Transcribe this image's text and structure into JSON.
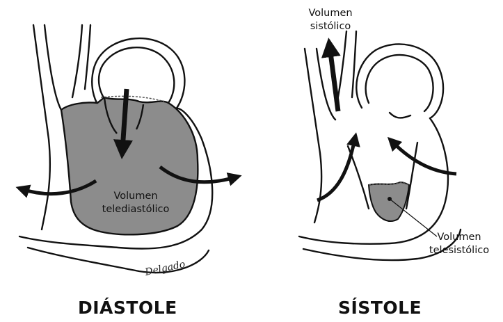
{
  "panels": {
    "diastole": {
      "title": "DIÁSTOLE",
      "volume_label_line1": "Volumen",
      "volume_label_line2": "telediastólico"
    },
    "systole": {
      "title": "SÍSTOLE",
      "stroke_label_line1": "Volumen",
      "stroke_label_line2": "sistólico",
      "endsystolic_label_line1": "Volumen",
      "endsystolic_label_line2": "telesistólico"
    }
  },
  "signature": "Delgado",
  "colors": {
    "ink": "#111111",
    "blood_fill": "#8c8c8c",
    "background": "#ffffff"
  }
}
